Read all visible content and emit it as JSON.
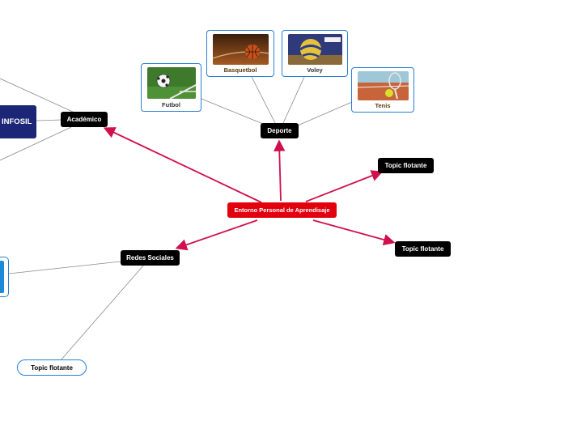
{
  "map": {
    "central": "Entorno Personal de Aprendisaje",
    "academico": "Académico",
    "deporte": "Deporte",
    "redes_sociales": "Redes Sociales",
    "topic_flotante_1": "Topic flotante",
    "topic_flotante_2": "Topic flotante",
    "topic_flotante_3": "Topic flotante",
    "infosil": "INFOSIL"
  },
  "sports": {
    "futbol": "Futbol",
    "basquetbol": "Basquetbol",
    "voley": "Voley",
    "tenis": "Tenis"
  },
  "colors": {
    "central": "#e2000f",
    "arrow": "#d0104c",
    "main_node": "#000000",
    "outline": "#2a7fd4",
    "line": "#888888"
  }
}
